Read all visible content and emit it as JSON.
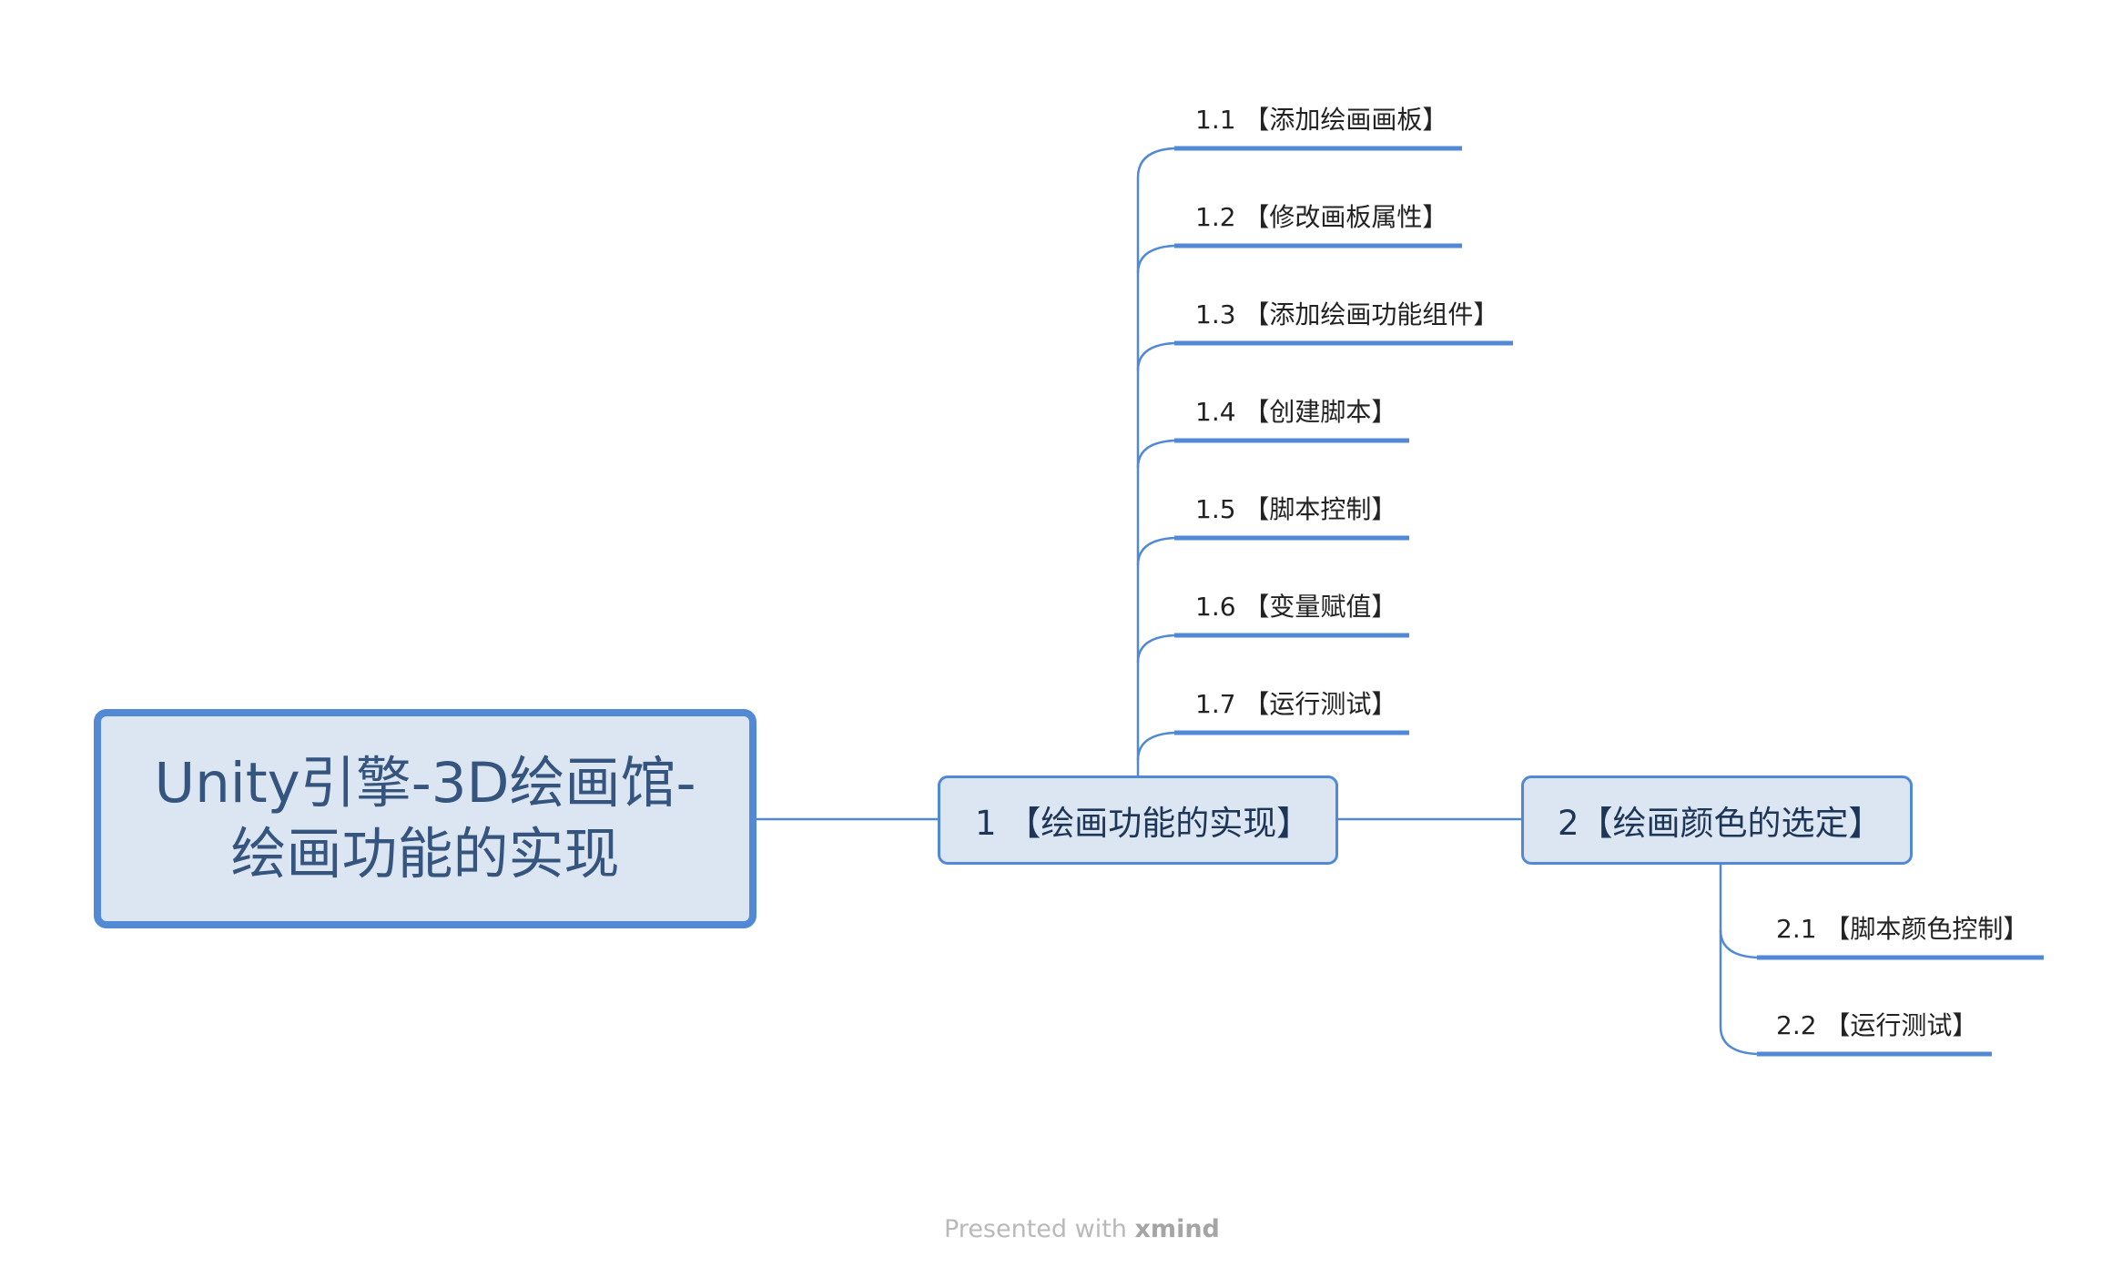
{
  "mindmap": {
    "root": {
      "line1": "Unity引擎-3D绘画馆-",
      "line2": "绘画功能的实现"
    },
    "branches": [
      {
        "label": "1 【绘画功能的实现】",
        "children": [
          "1.1 【添加绘画画板】",
          "1.2 【修改画板属性】",
          "1.3 【添加绘画功能组件】",
          "1.4 【创建脚本】",
          "1.5 【脚本控制】",
          "1.6 【变量赋值】",
          "1.7 【运行测试】"
        ]
      },
      {
        "label": "2【绘画颜色的选定】",
        "children": [
          "2.1 【脚本颜色控制】",
          "2.2 【运行测试】"
        ]
      }
    ]
  },
  "footer": {
    "presented_with": "Presented with",
    "brand": "xmind"
  },
  "colors": {
    "node_fill": "#dce6f3",
    "node_border": "#5289d4",
    "root_text": "#35557f",
    "branch_text": "#1d3557",
    "topic_text": "#222222"
  }
}
